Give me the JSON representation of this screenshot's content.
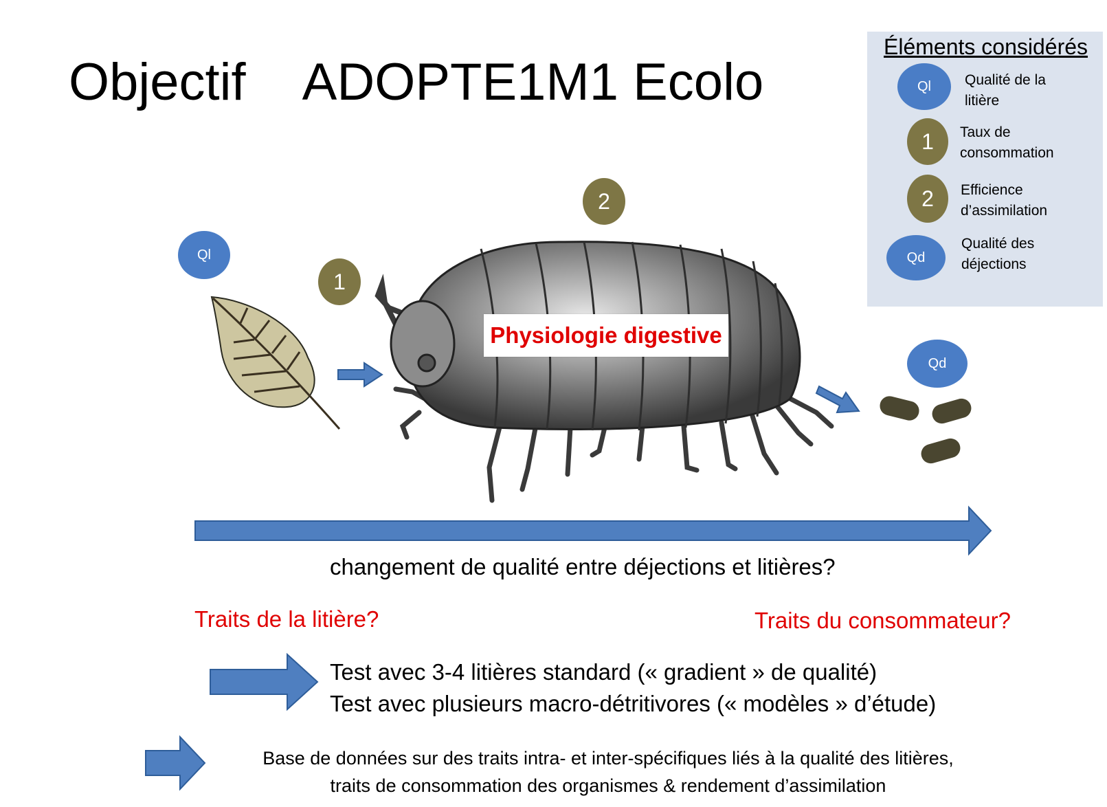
{
  "title": {
    "part1": "Objectif",
    "part2": "ADOPTE1M1 Ecolo"
  },
  "legend": {
    "title": "Éléments considérés",
    "items": [
      {
        "badge": "Ql",
        "text": "Qualité de la litière"
      },
      {
        "badge": "1",
        "text": "Taux de consommation"
      },
      {
        "badge": "2",
        "text": "Efficience d’assimilation"
      },
      {
        "badge": "Qd",
        "text": "Qualité des déjections"
      }
    ]
  },
  "diagram": {
    "badge_ql": "Ql",
    "badge_1": "1",
    "badge_2": "2",
    "badge_qd": "Qd",
    "center_label": "Physiologie digestive"
  },
  "question": "changement de qualité entre déjections et litières?",
  "traits_litter": "Traits de la litière?",
  "traits_consumer": "Traits du consommateur?",
  "tests": [
    "Test avec 3-4 litières standard (« gradient » de qualité)",
    "Test avec plusieurs macro-détritivores (« modèles » d’étude)"
  ],
  "base": [
    "Base de données sur des traits intra- et inter-spécifiques liés à la qualité des litières,",
    "traits de consommation des organismes & rendement d’assimilation"
  ],
  "colors": {
    "blue_badge": "#4a7dc6",
    "olive_badge": "#7e7645",
    "arrow": "#4f7fc0",
    "highlight_red": "#e00000",
    "legend_bg": "#dce3ee"
  }
}
